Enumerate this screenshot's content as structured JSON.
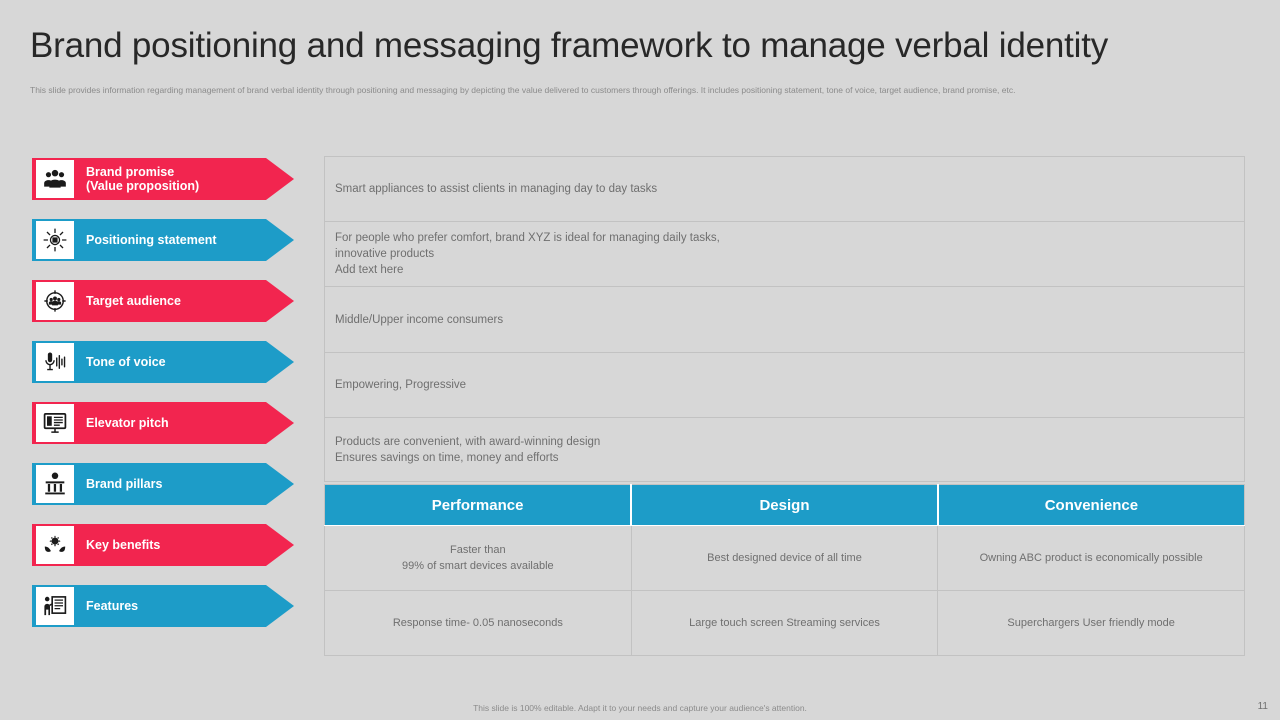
{
  "header": {
    "title": "Brand positioning and messaging framework to manage verbal identity",
    "subtitle": "This slide provides information regarding management  of brand verbal identity through positioning and messaging by depicting the value delivered to customers through offerings. It includes positioning statement, tone of voice, target audience, brand promise, etc."
  },
  "colors": {
    "red": "#f2254f",
    "blue": "#1d9cc8",
    "background": "#d7d7d7",
    "text_gray": "#6f6f6f",
    "border": "#c2c2c2"
  },
  "arrow_items": [
    {
      "label": "Brand promise\n(Value proposition)",
      "color": "red",
      "icon": "group-of-people-icon"
    },
    {
      "label": "Positioning statement",
      "color": "blue",
      "icon": "beacon-target-icon"
    },
    {
      "label": "Target  audience",
      "color": "red",
      "icon": "audience-crosshair-icon"
    },
    {
      "label": "Tone  of voice",
      "color": "blue",
      "icon": "microphone-waveform-icon"
    },
    {
      "label": "Elevator pitch",
      "color": "red",
      "icon": "presentation-monitor-icon"
    },
    {
      "label": "Brand pillars",
      "color": "blue",
      "icon": "pillar-building-icon"
    },
    {
      "label": "Key benefits",
      "color": "red",
      "icon": "hands-holding-gear-icon"
    },
    {
      "label": "Features",
      "color": "blue",
      "icon": "person-presenting-board-icon"
    }
  ],
  "content_rows": [
    {
      "text": "Smart appliances to assist clients in managing  day to day tasks"
    },
    {
      "text": "For  people  who  prefer  comfort,  brand  XYZ  is ideal  for  managing  daily tasks,\ninnovative  products\nAdd text here"
    },
    {
      "text": "Middle/Upper  income consumers"
    },
    {
      "text": "Empowering,  Progressive"
    },
    {
      "text": "Products are convenient,  with award-winning   design\nEnsures savings  on time, money and efforts"
    }
  ],
  "comparison_table": {
    "headers": [
      "Performance",
      "Design",
      "Convenience"
    ],
    "rows": [
      [
        "Faster than\n99% of smart devices available",
        "Best designed device of  all time",
        "Owning ABC product is economically possible"
      ],
      [
        "Response time- 0.05 nanoseconds",
        "Large touch screen Streaming services",
        "Superchargers  User friendly  mode"
      ]
    ]
  },
  "footer": {
    "note": "This slide is 100% editable. Adapt it to your needs and capture your audience's attention.",
    "page_number": "11"
  }
}
